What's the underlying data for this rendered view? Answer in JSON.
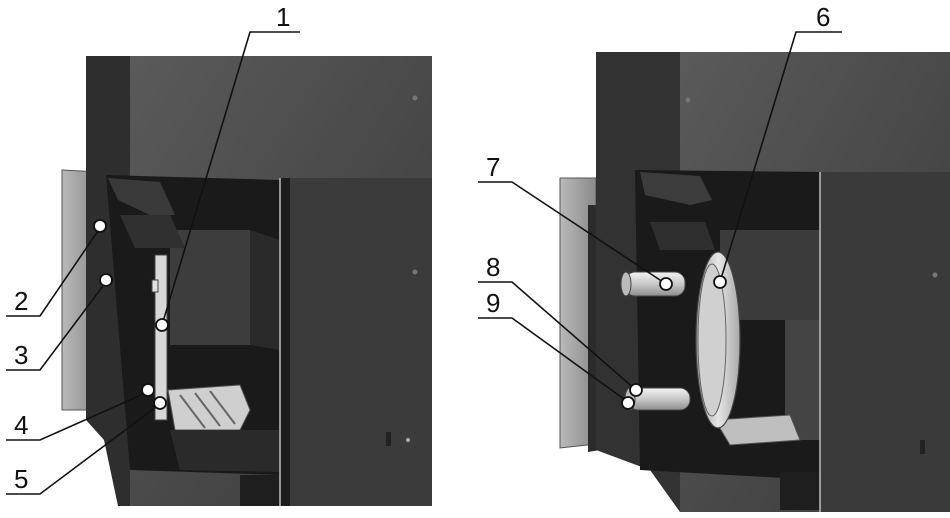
{
  "diagram": {
    "callouts": [
      {
        "id": "c1",
        "label": "1"
      },
      {
        "id": "c2",
        "label": "2"
      },
      {
        "id": "c3",
        "label": "3"
      },
      {
        "id": "c4",
        "label": "4"
      },
      {
        "id": "c5",
        "label": "5"
      },
      {
        "id": "c6",
        "label": "6"
      },
      {
        "id": "c7",
        "label": "7"
      },
      {
        "id": "c8",
        "label": "8"
      },
      {
        "id": "c9",
        "label": "9"
      }
    ]
  }
}
